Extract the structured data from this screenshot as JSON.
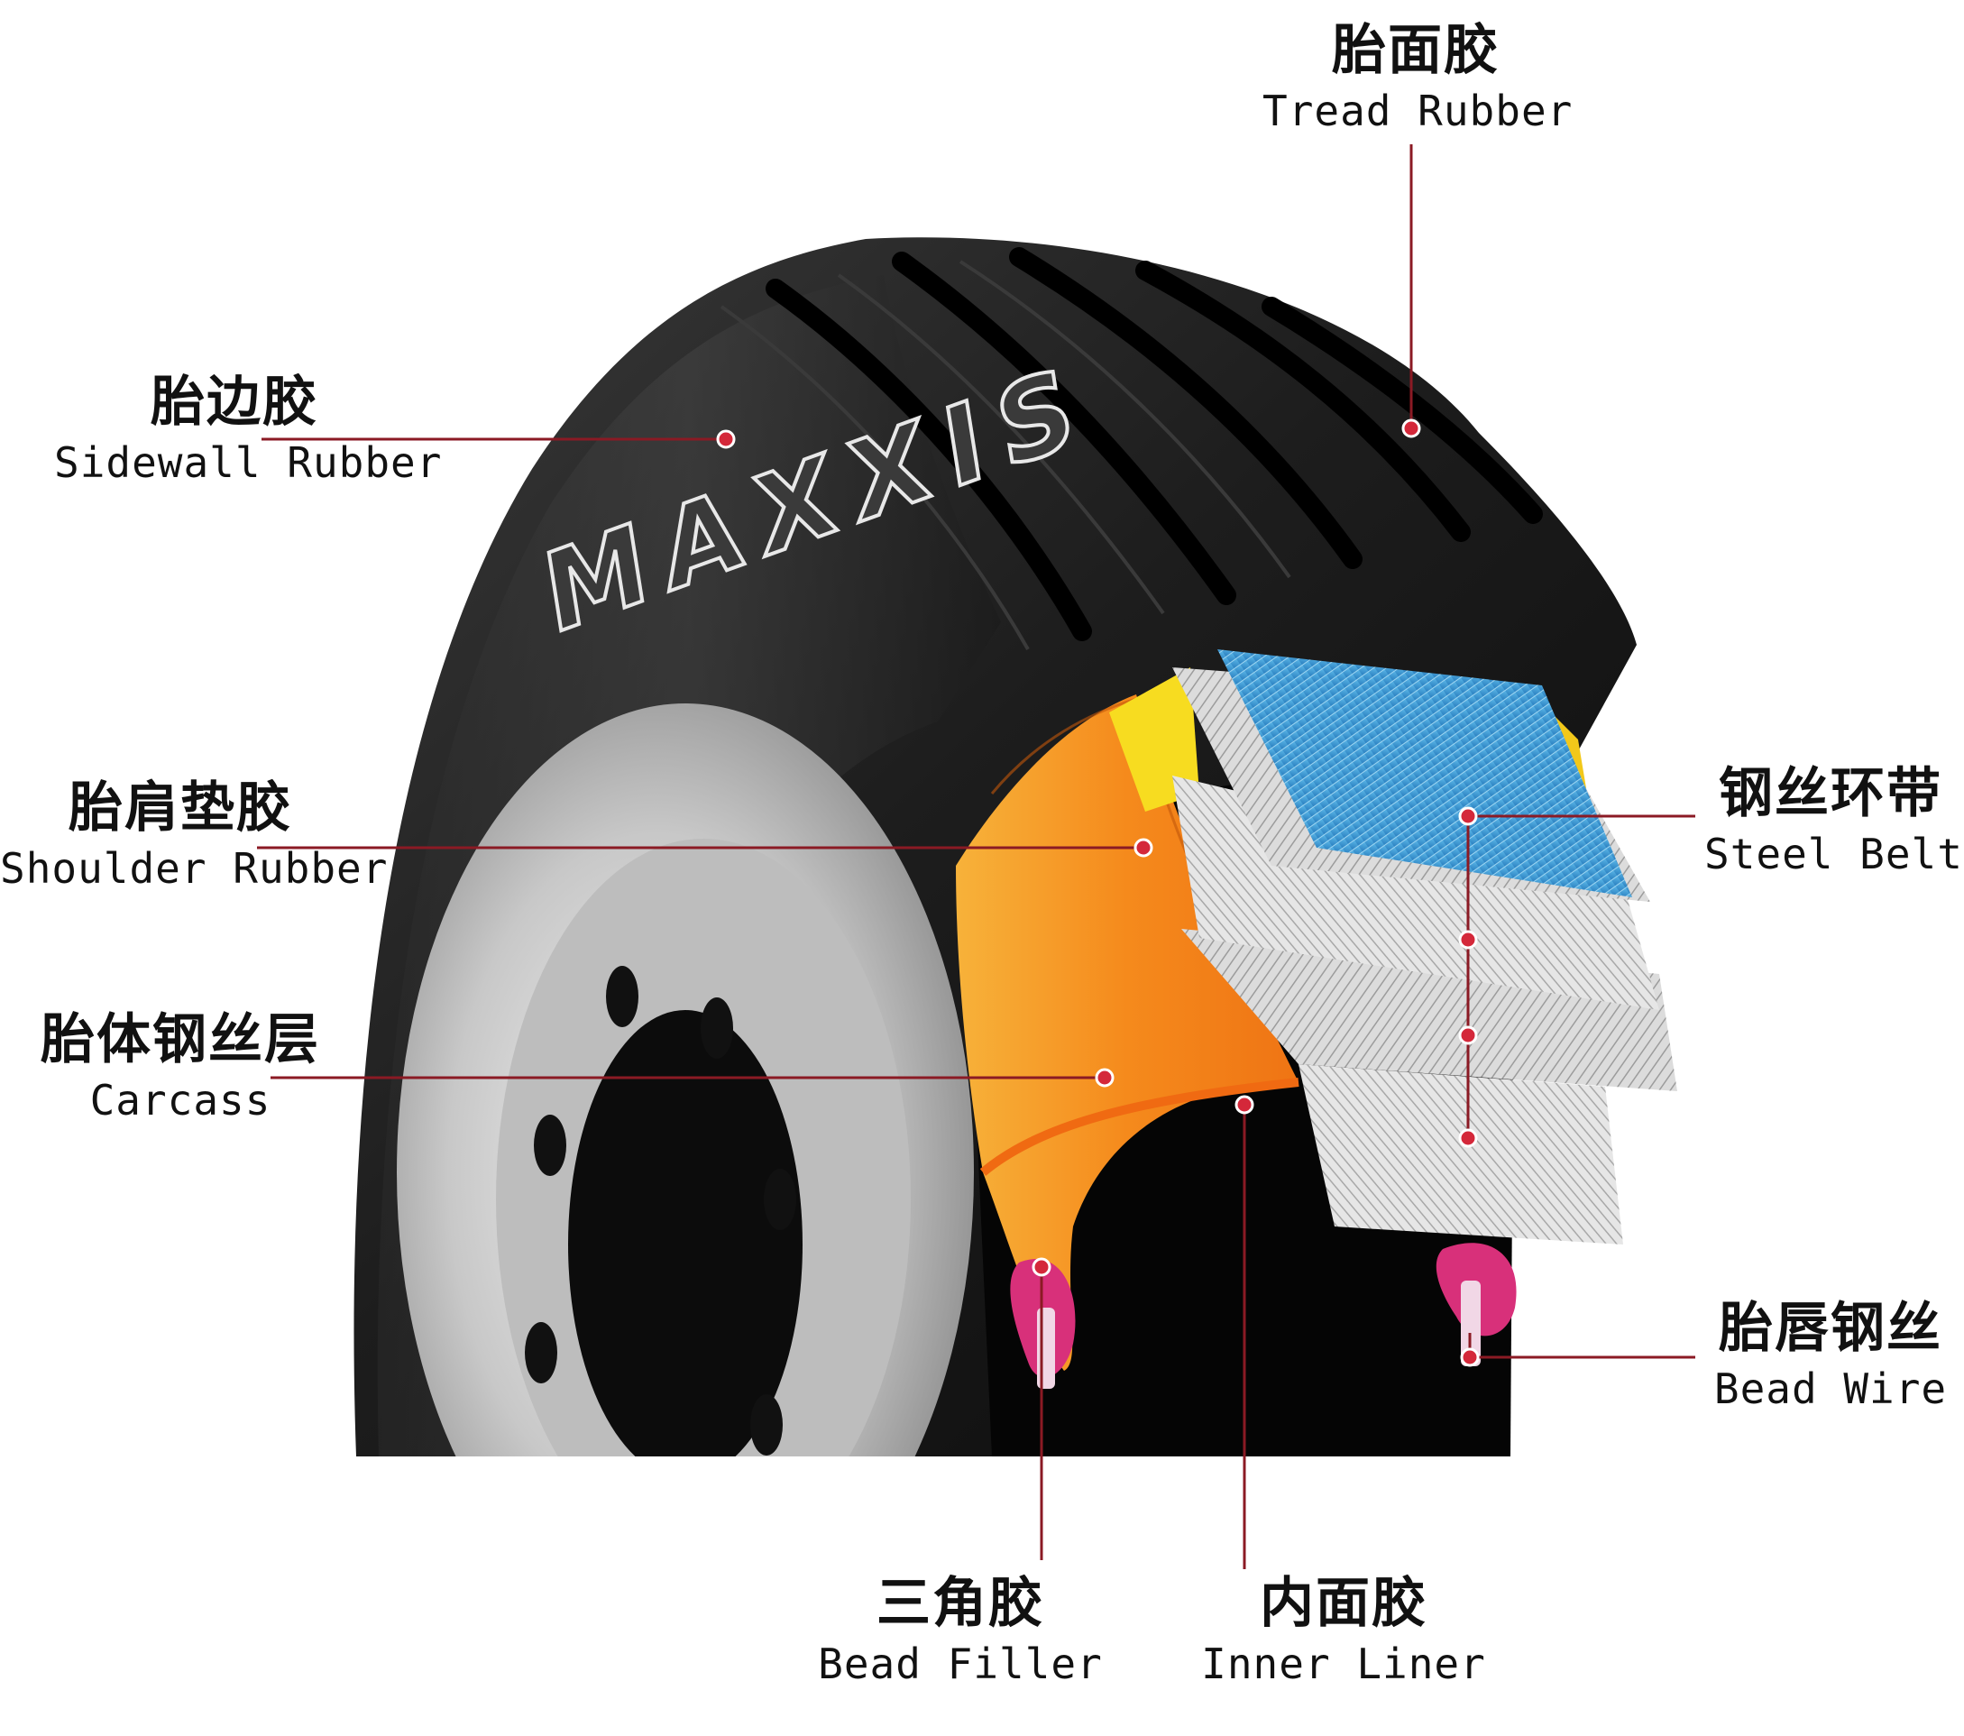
{
  "brand": "MAXXIS",
  "colors": {
    "leader": "#8b1a24",
    "dot": "#d4283a",
    "tire": "#151515",
    "carcass": "#f59a1e",
    "shoulder": "#f4d61c",
    "steel_belt": "#3a98d2",
    "bead_filler": "#d8307a"
  },
  "labels": {
    "tread_rubber": {
      "zh": "胎面胶",
      "en": "Tread Rubber"
    },
    "sidewall_rubber": {
      "zh": "胎边胶",
      "en": "Sidewall Rubber"
    },
    "shoulder_rubber": {
      "zh": "胎肩垫胶",
      "en": "Shoulder Rubber"
    },
    "carcass": {
      "zh": "胎体钢丝层",
      "en": "Carcass"
    },
    "steel_belt": {
      "zh": "钢丝环带",
      "en": "Steel Belt"
    },
    "bead_wire": {
      "zh": "胎唇钢丝",
      "en": "Bead Wire"
    },
    "bead_filler": {
      "zh": "三角胶",
      "en": "Bead Filler"
    },
    "inner_liner": {
      "zh": "内面胶",
      "en": "Inner Liner"
    }
  }
}
